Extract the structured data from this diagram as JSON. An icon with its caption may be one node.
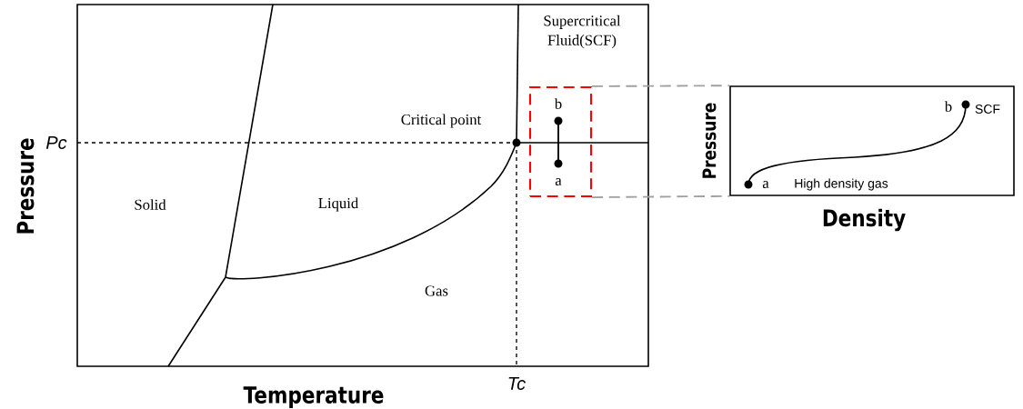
{
  "diagram": {
    "nodes": [
      {
        "text": [],
        "shape": "box"
      },
      {
        "text": [],
        "shape": "box",
        "in": 0
      },
      {
        "text": [],
        "shape": "box"
      }
    ],
    "edges": [
      {
        "from": 1,
        "to": 2,
        "arrow": "none",
        "style": "dashed",
        "color": "#a0a0a0"
      },
      {
        "from": 1,
        "to": 2,
        "arrow": "none",
        "style": "dashed",
        "color": "#a0a0a0"
      }
    ],
    "labels": [
      "Pressure",
      "Pc",
      "Temperature",
      "Tc",
      "Solid",
      "Liquid",
      "Gas",
      "Critical point",
      "Supercritical Fluid(SCF)",
      "b",
      "a",
      "Pressure",
      "Density",
      "b",
      "SCF",
      "a",
      "High density gas"
    ]
  }
}
